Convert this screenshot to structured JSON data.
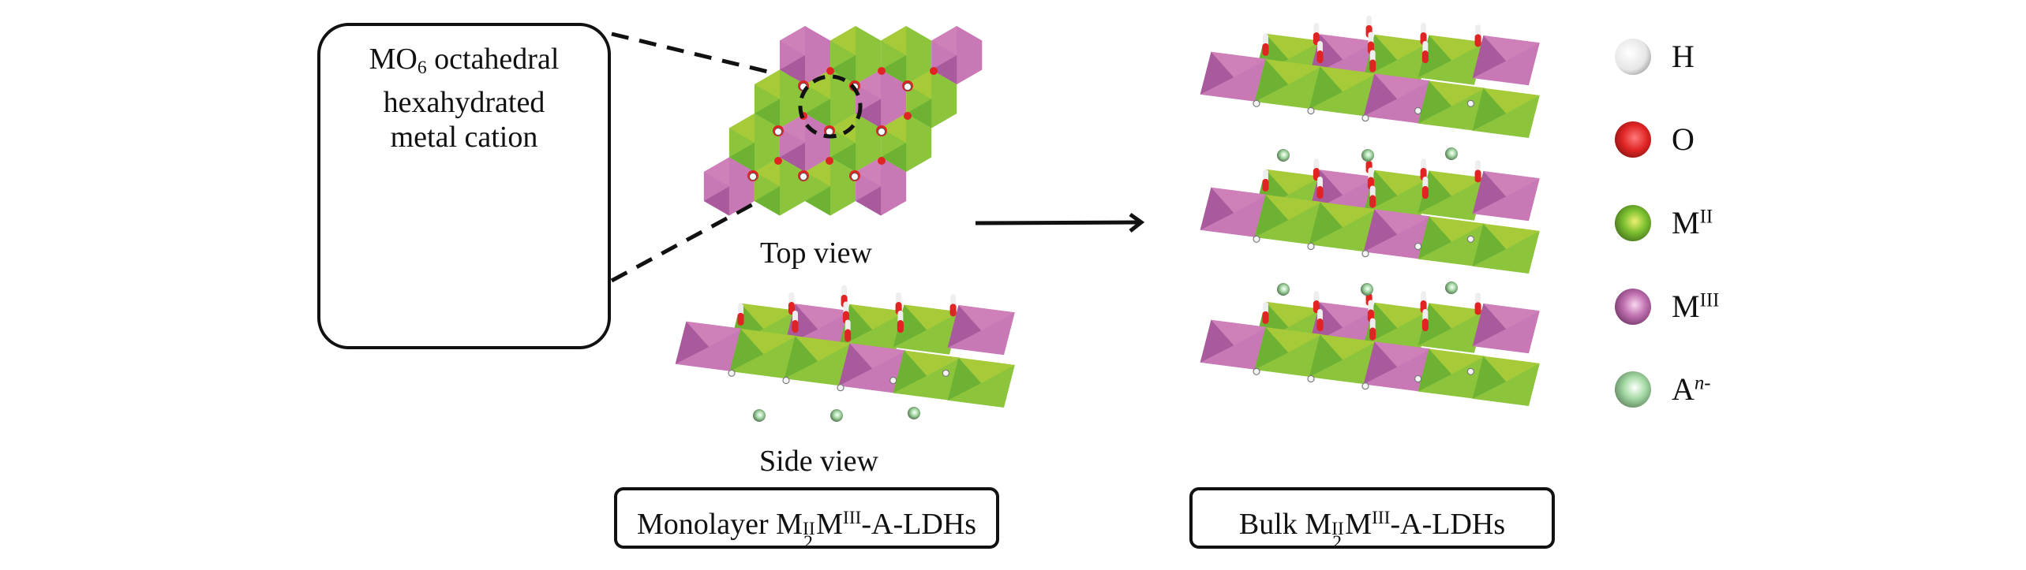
{
  "colors": {
    "m2_green": "#8cc43c",
    "m3_purple": "#c878b4",
    "oxygen_red": "#e02020",
    "hydrogen_white": "#ffffff",
    "anion_green": "#a8dca8",
    "line": "#111111"
  },
  "callout": {
    "title_line1_main": "MO",
    "title_line1_sub": "6",
    "title_line1_rest": " octahedral",
    "title_line2": "hexahydrated",
    "title_line3": "metal cation"
  },
  "top_view": {
    "label": "Top view",
    "hex_rows": [
      [
        "MIII",
        "MII",
        "MII",
        "MIII"
      ],
      [
        "MII",
        "MII",
        "MIII",
        "MII"
      ],
      [
        "MII",
        "MIII",
        "MII",
        "MII"
      ],
      [
        "MIII",
        "MII",
        "MII",
        "MIII"
      ]
    ]
  },
  "side_view": {
    "label": "Side view"
  },
  "monolayer_box": {
    "prefix": "Monolayer M",
    "sup1": "II",
    "sub1": "2",
    "mid": "M",
    "sup2": "III",
    "suffix": "-A-LDHs"
  },
  "bulk_box": {
    "prefix": "Bulk M",
    "sup1": "II",
    "sub1": "2",
    "mid": "M",
    "sup2": "III",
    "suffix": "-A-LDHs"
  },
  "bulk": {
    "layer_count": 3,
    "anion_rows": 2,
    "anions_per_row": 3
  },
  "legend": [
    {
      "key": "H",
      "label": "H",
      "sup": "",
      "color": "#f4f4f4",
      "icon": "hydrogen-atom-icon"
    },
    {
      "key": "O",
      "label": "O",
      "sup": "",
      "color": "#e02424",
      "icon": "oxygen-atom-icon"
    },
    {
      "key": "MII",
      "label": "M",
      "sup": "II",
      "color": "#7cc030",
      "icon": "divalent-metal-atom-icon"
    },
    {
      "key": "MIII",
      "label": "M",
      "sup": "III",
      "color": "#c070b0",
      "icon": "trivalent-metal-atom-icon"
    },
    {
      "key": "A",
      "label": "A",
      "sup": "n-",
      "color": "#a8dca8",
      "icon": "anion-atom-icon"
    }
  ]
}
